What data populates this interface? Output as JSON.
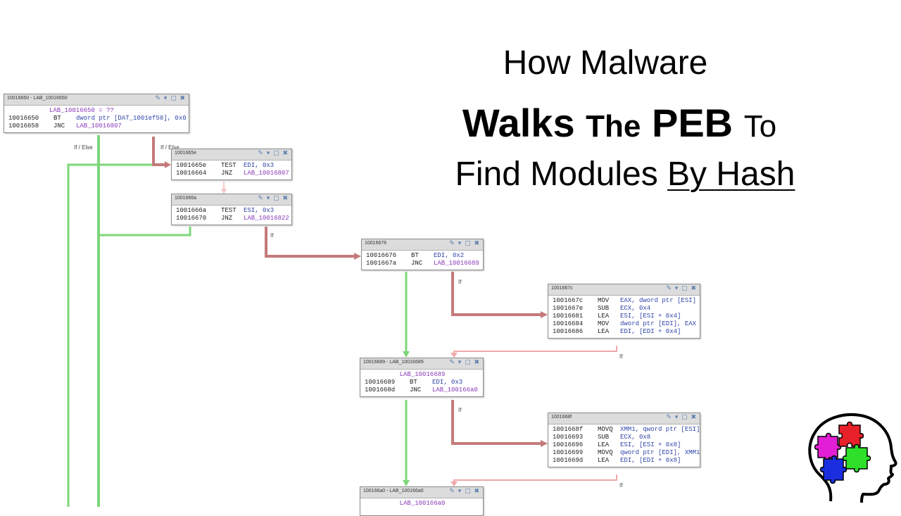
{
  "title": {
    "line1": "How Malware",
    "line2": {
      "walks": "Walks",
      "the": "The",
      "peb": "PEB",
      "to": "To"
    },
    "line3": {
      "prefix": "Find Modules ",
      "underlined": "By Hash"
    }
  },
  "colors": {
    "true_edge": "#7dd67a",
    "false_edge": "#c47a7a",
    "uncond_edge": "#7dd67a",
    "label": "#8a3ab9",
    "operand": "#3045a8"
  },
  "window_icons": "✎ ▾ ▢ ✖",
  "edge_labels": {
    "l1": "If / Else",
    "l2": "If / Else",
    "l3": "If",
    "l4": "If",
    "l5": "If",
    "l6": "If",
    "l7": "If"
  },
  "blocks": {
    "b1": {
      "header": "10016650 - LAB_10016650",
      "label": "LAB_10016650       = ??",
      "rows": [
        [
          "10016650",
          "BT",
          "dword ptr [DAT_1001ef58], 0x0"
        ],
        [
          "10016658",
          "JNC",
          "LAB_10016807"
        ]
      ]
    },
    "b2": {
      "header": "1001665e",
      "rows": [
        [
          "1001665e",
          "TEST",
          "EDI, 0x3"
        ],
        [
          "10016664",
          "JNZ",
          "LAB_10016807"
        ]
      ]
    },
    "b3": {
      "header": "1001666a",
      "rows": [
        [
          "1001666a",
          "TEST",
          "ESI, 0x3"
        ],
        [
          "10016670",
          "JNZ",
          "LAB_10016822"
        ]
      ]
    },
    "b4": {
      "header": "10016676",
      "rows": [
        [
          "10016676",
          "BT",
          "EDI, 0x2"
        ],
        [
          "1001667a",
          "JNC",
          "LAB_10016689"
        ]
      ]
    },
    "b5": {
      "header": "1001667c",
      "rows": [
        [
          "1001667c",
          "MOV",
          "EAX, dword ptr [ESI]"
        ],
        [
          "1001667e",
          "SUB",
          "ECX, 0x4"
        ],
        [
          "10016681",
          "LEA",
          "ESI, [ESI + 0x4]"
        ],
        [
          "10016684",
          "MOV",
          "dword ptr [EDI], EAX"
        ],
        [
          "10016686",
          "LEA",
          "EDI, [EDI + 0x4]"
        ]
      ]
    },
    "b6": {
      "header": "10016689 - LAB_10016689",
      "label": "LAB_10016689",
      "rows": [
        [
          "10016689",
          "BT",
          "EDI, 0x3"
        ],
        [
          "1001668d",
          "JNC",
          "LAB_100166a0"
        ]
      ]
    },
    "b7": {
      "header": "1001668f",
      "rows": [
        [
          "1001668f",
          "MOVQ",
          "XMM1, qword ptr [ESI]"
        ],
        [
          "10016693",
          "SUB",
          "ECX, 0x8"
        ],
        [
          "10016696",
          "LEA",
          "ESI, [ESI + 0x8]"
        ],
        [
          "10016699",
          "MOVQ",
          "qword ptr [EDI], XMM1"
        ],
        [
          "1001669d",
          "LEA",
          "EDI, [EDI + 0x8]"
        ]
      ]
    },
    "b8": {
      "header": "100166a0 - LAB_100166a0",
      "label": "LAB_100166a0",
      "rows": []
    }
  },
  "logo": {
    "icon": "brain-puzzle-icon"
  }
}
